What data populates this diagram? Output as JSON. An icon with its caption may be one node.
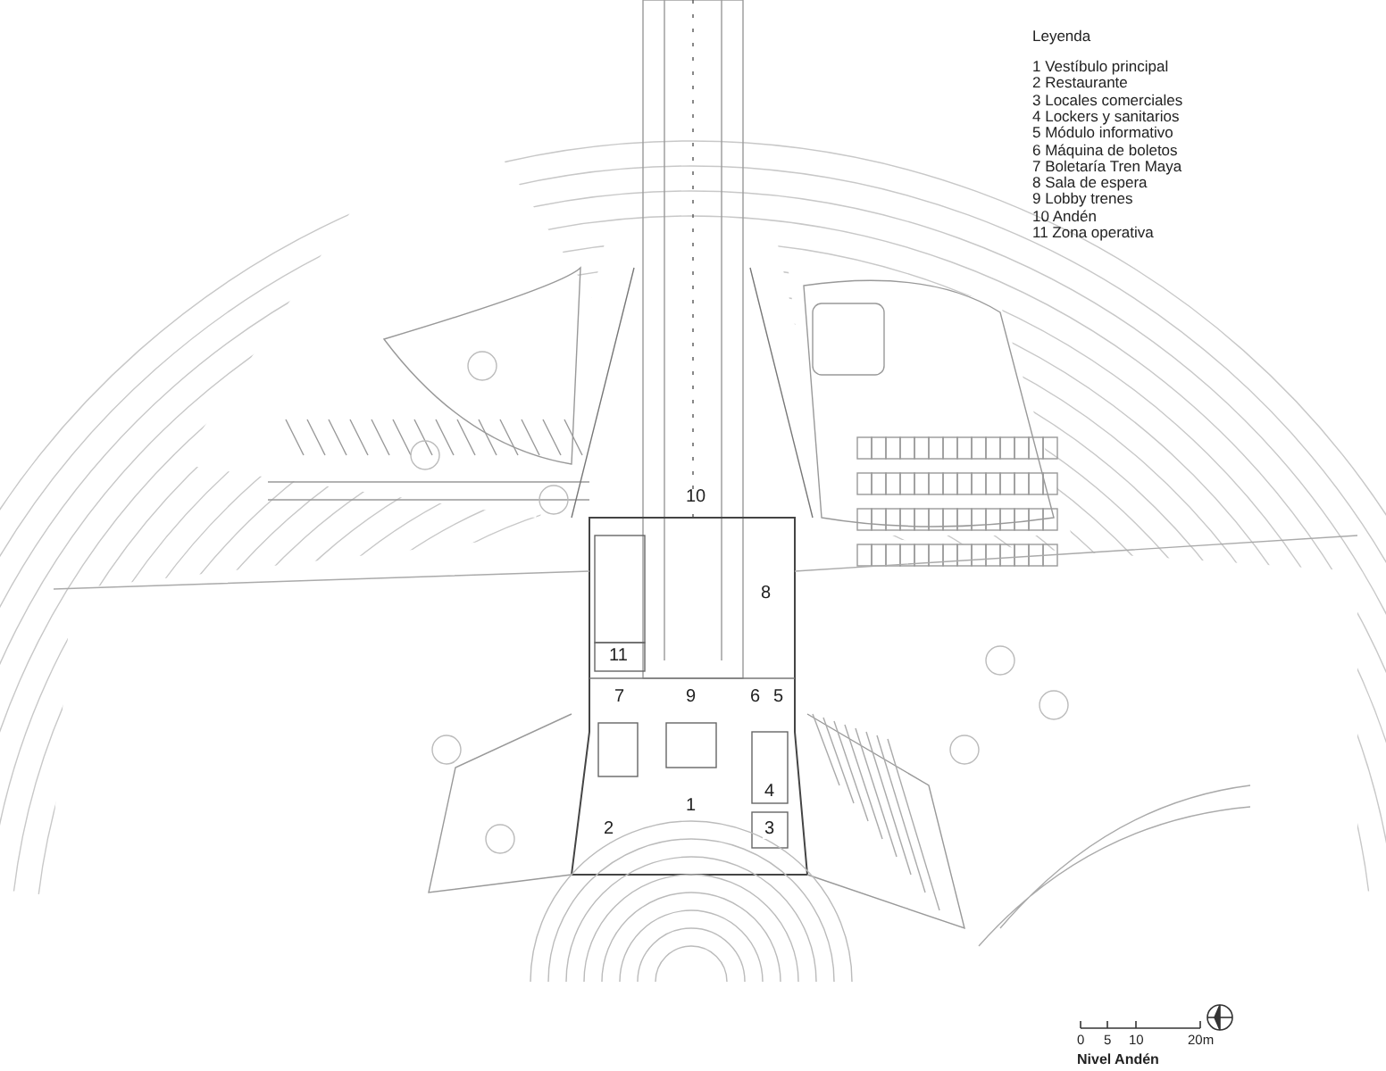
{
  "diagram": {
    "caption": "Nivel Andén",
    "labels": [
      "Leyenda",
      "1 Vestíbulo principal",
      "2 Restaurante",
      "3 Locales comerciales",
      "4 Lockers y sanitarios",
      "5 Módulo informativo",
      "6 Máquina de boletos",
      "7 Boletaría Tren Maya",
      "8 Sala de espera",
      "9 Lobby trenes",
      "10 Andén",
      "11 Zona operativa",
      "10",
      "8",
      "11",
      "7",
      "9",
      "6",
      "5",
      "4",
      "1",
      "2",
      "3",
      "0",
      "5",
      "10",
      "20m"
    ]
  }
}
